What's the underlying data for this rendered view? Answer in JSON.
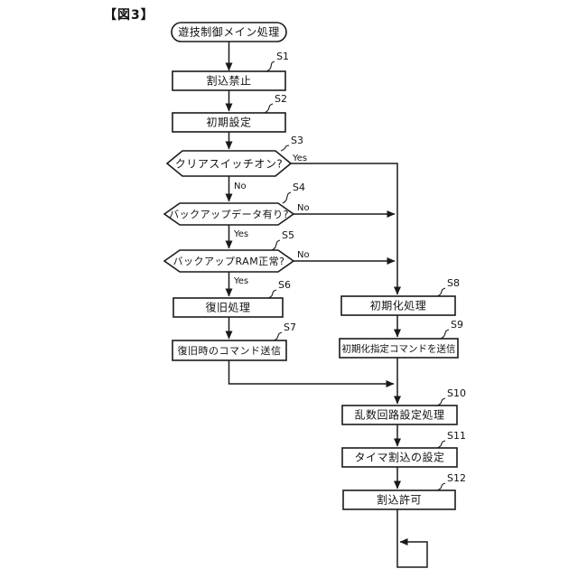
{
  "figure_label": "【図3】",
  "colors": {
    "background": "#ffffff",
    "line": "#1a1a1a",
    "text": "#111111"
  },
  "flowchart": {
    "start": {
      "label": "遊技制御メイン処理"
    },
    "steps": {
      "s1": {
        "id": "S1",
        "type": "process",
        "label": "割込禁止"
      },
      "s2": {
        "id": "S2",
        "type": "process",
        "label": "初期設定"
      },
      "s3": {
        "id": "S3",
        "type": "decision",
        "label": "クリアスイッチオン?",
        "yes": "Yes",
        "no": "No"
      },
      "s4": {
        "id": "S4",
        "type": "decision",
        "label": "バックアップデータ有り?",
        "yes": "Yes",
        "no": "No"
      },
      "s5": {
        "id": "S5",
        "type": "decision",
        "label": "バックアップRAM正常?",
        "yes": "Yes",
        "no": "No"
      },
      "s6": {
        "id": "S6",
        "type": "process",
        "label": "復旧処理"
      },
      "s7": {
        "id": "S7",
        "type": "process",
        "label": "復旧時のコマンド送信"
      },
      "s8": {
        "id": "S8",
        "type": "process",
        "label": "初期化処理"
      },
      "s9": {
        "id": "S9",
        "type": "process",
        "label": "初期化指定コマンドを送信"
      },
      "s10": {
        "id": "S10",
        "type": "process",
        "label": "乱数回路設定処理"
      },
      "s11": {
        "id": "S11",
        "type": "process",
        "label": "タイマ割込の設定"
      },
      "s12": {
        "id": "S12",
        "type": "process",
        "label": "割込許可"
      }
    }
  }
}
